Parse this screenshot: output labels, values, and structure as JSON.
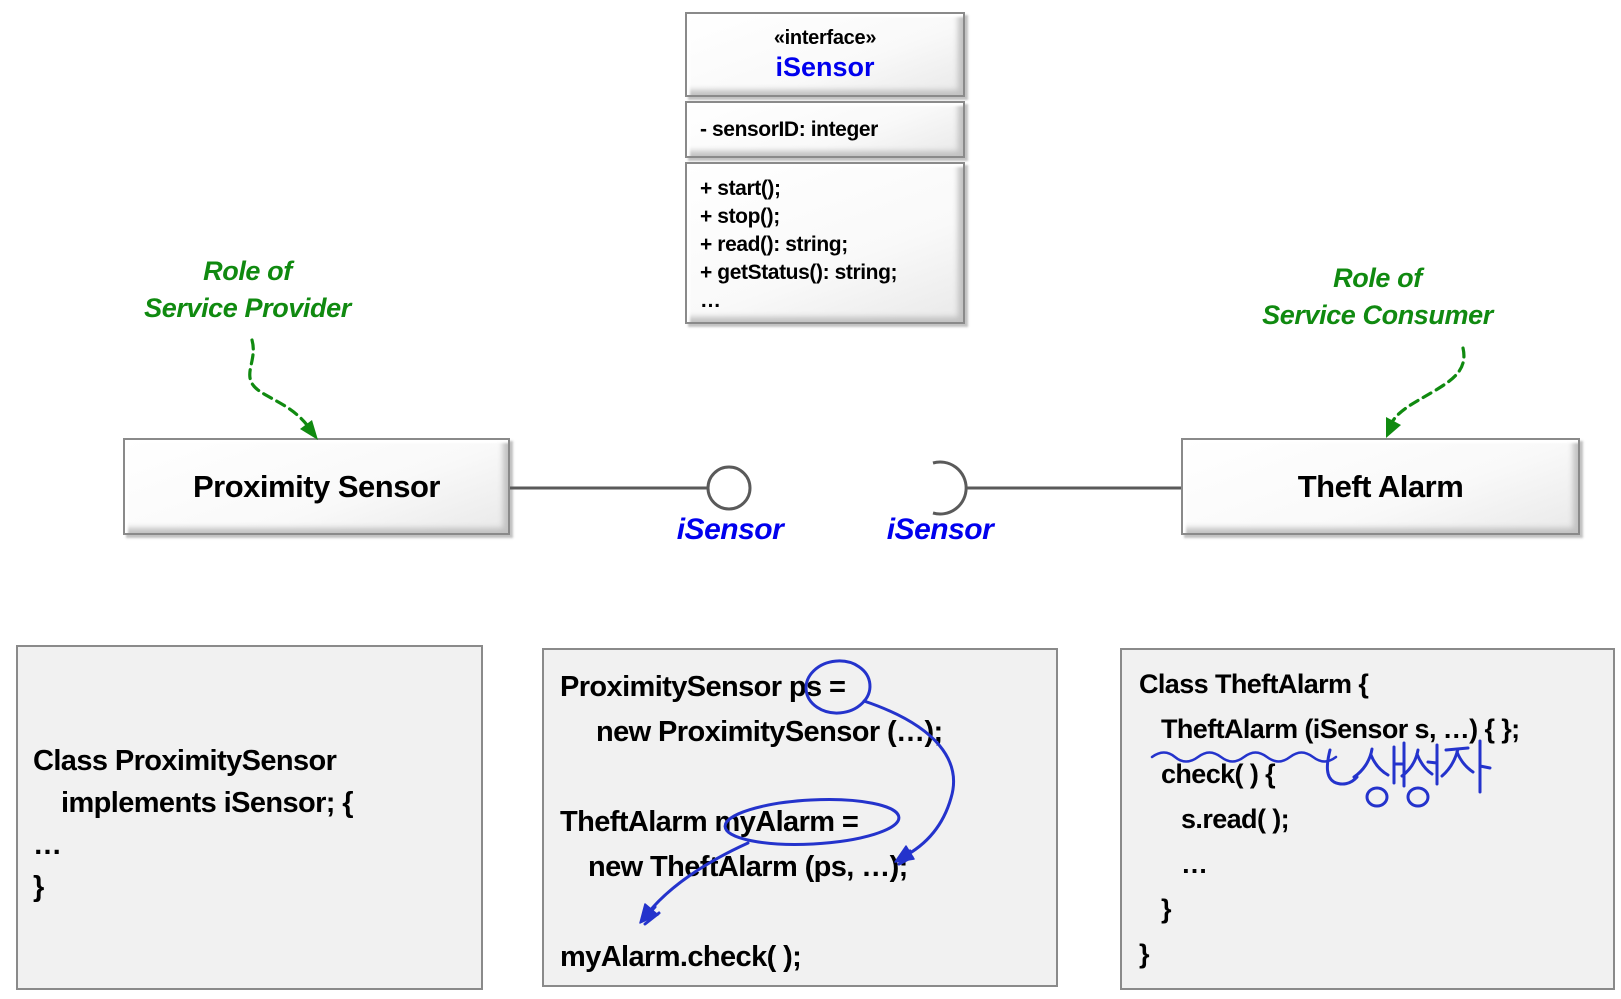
{
  "interface_box": {
    "stereotype": "«interface»",
    "name": "iSensor",
    "attributes": [
      "- sensorID: integer"
    ],
    "operations": [
      "+ start();",
      "+ stop();",
      "+ read(): string;",
      "+ getStatus(): string;",
      "…"
    ]
  },
  "role_labels": {
    "provider_line1": "Role of",
    "provider_line2": "Service Provider",
    "consumer_line1": "Role of",
    "consumer_line2": "Service Consumer"
  },
  "components": {
    "provider_name": "Proximity Sensor",
    "consumer_name": "Theft Alarm"
  },
  "connector_labels": {
    "provided": "iSensor",
    "required": "iSensor"
  },
  "code_panels": {
    "provider_class": [
      "Class ProximitySensor",
      "implements iSensor; {",
      "…",
      "}"
    ],
    "usage": [
      "ProximitySensor ps =",
      "new ProximitySensor (…);",
      "",
      "TheftAlarm myAlarm =",
      "new TheftAlarm (ps, …);",
      "",
      "myAlarm.check( );"
    ],
    "consumer_class": [
      "Class TheftAlarm {",
      "TheftAlarm (iSensor s, …) { };",
      "check( ) {",
      "s.read( );",
      "…",
      "}",
      "}"
    ]
  },
  "handwritten_note": "↳생성자",
  "colors": {
    "interface_name_blue": "#0000ee",
    "role_label_green": "#108a10",
    "ink_blue": "#2433cc",
    "connector_gray": "#5a5a5a",
    "panel_background": "#f1f1f1",
    "panel_border": "#8a8a8a"
  }
}
